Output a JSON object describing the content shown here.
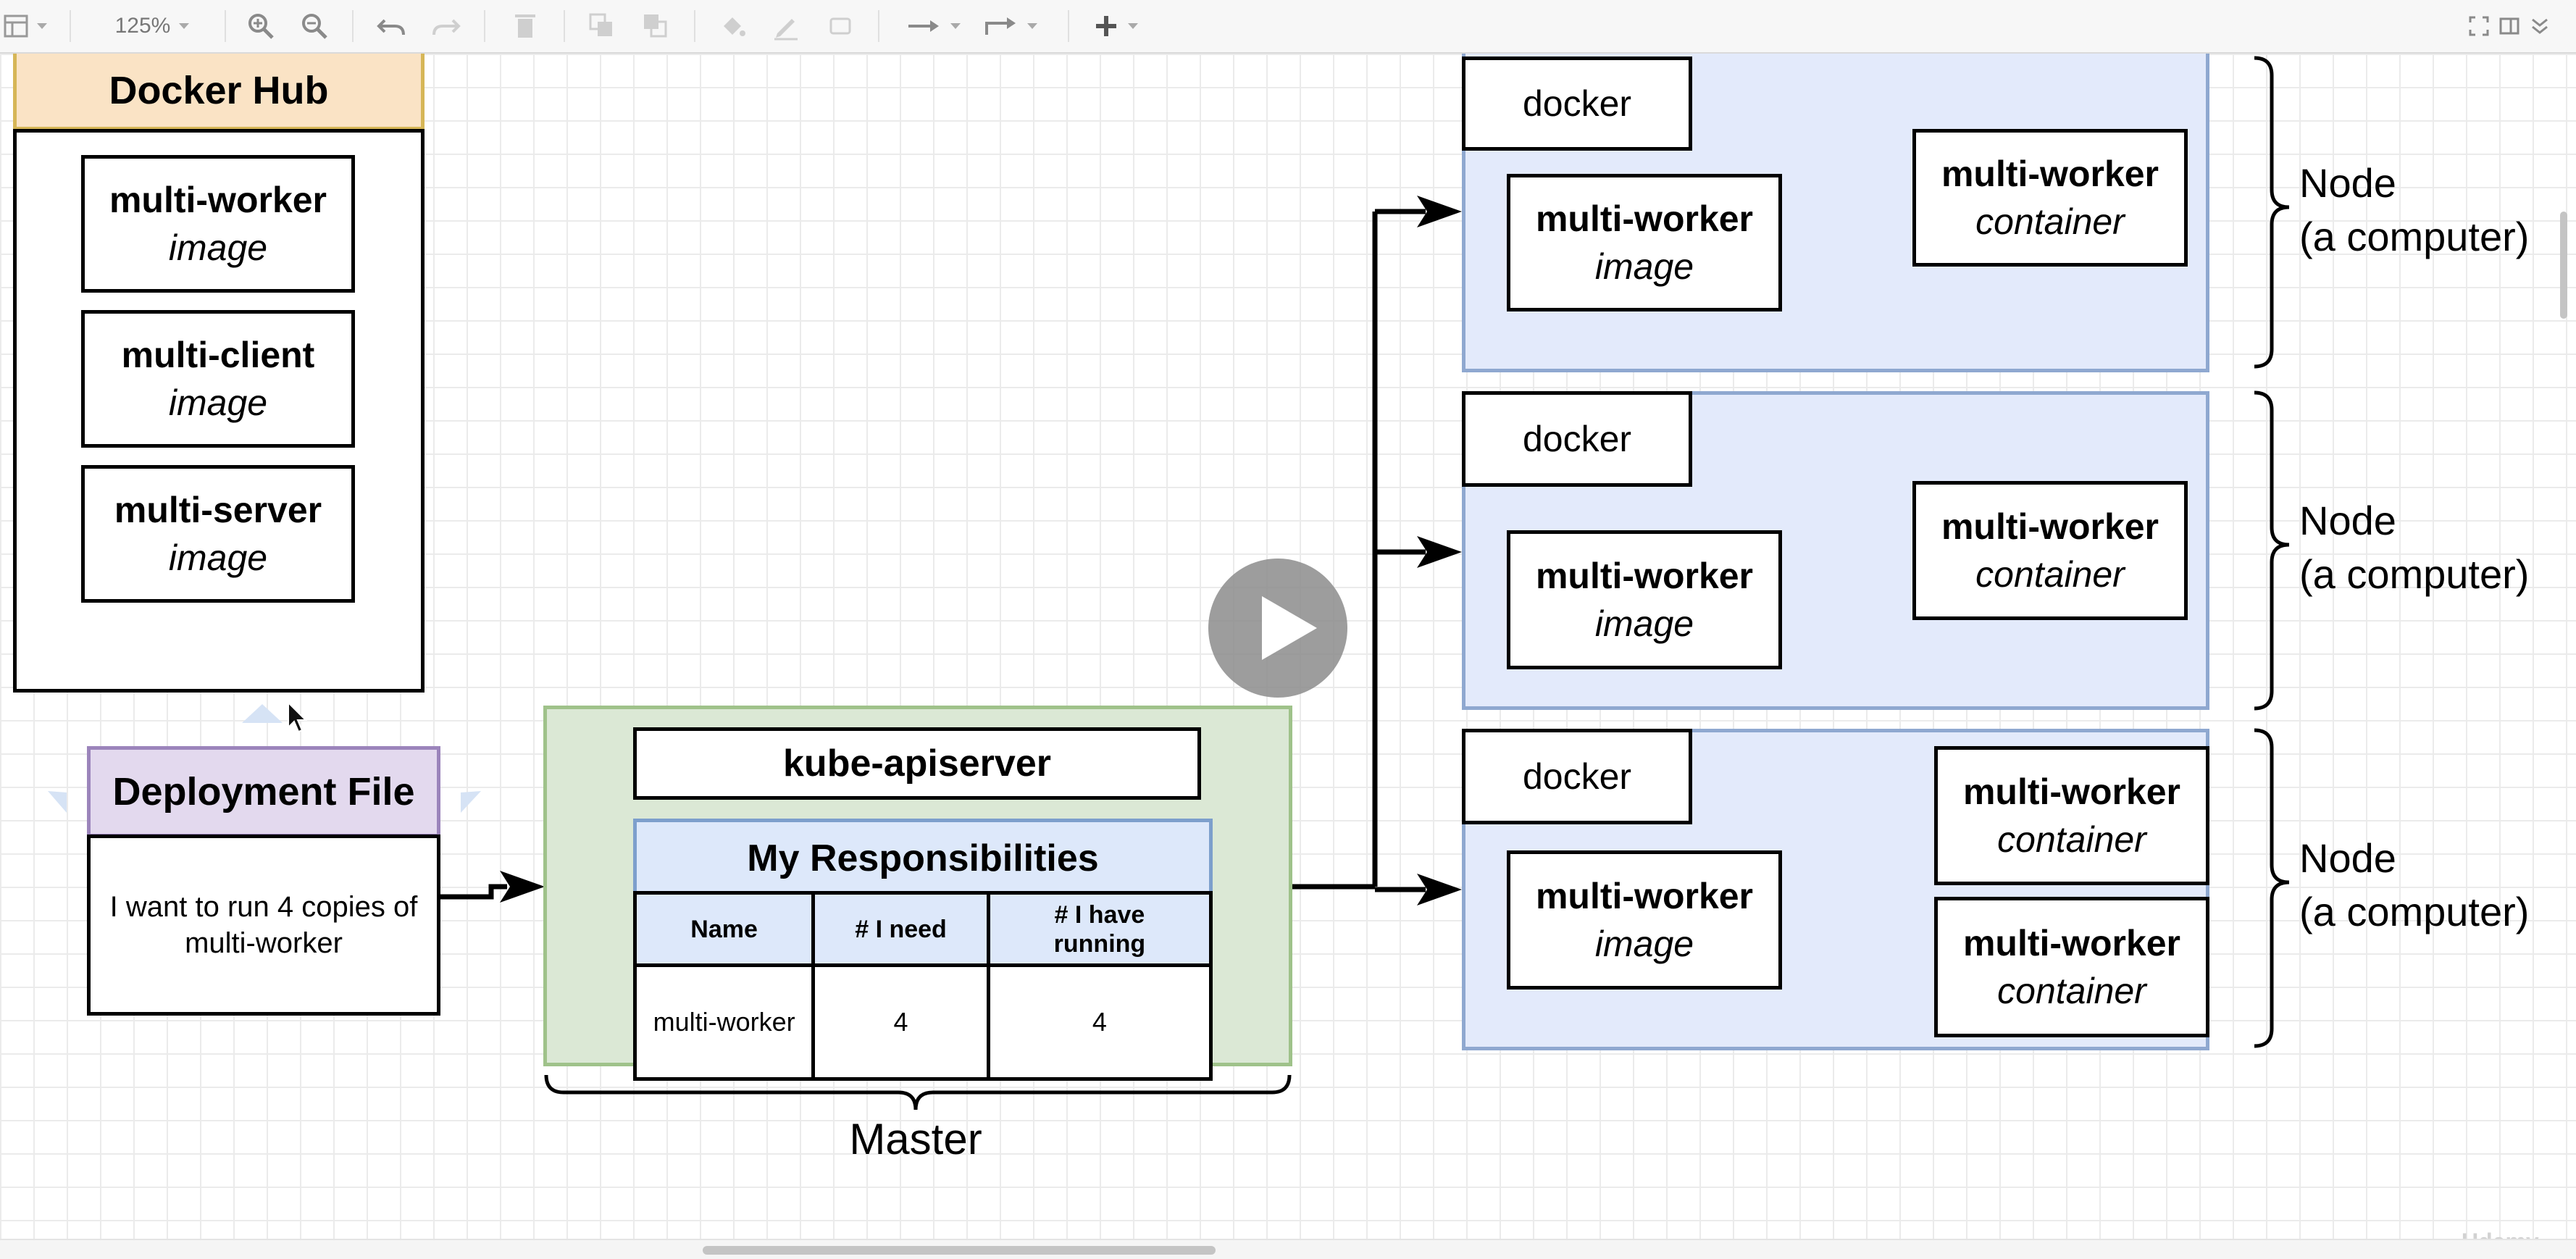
{
  "toolbar": {
    "zoom": "125%"
  },
  "docker_hub": {
    "title": "Docker Hub",
    "images": [
      {
        "name": "multi-worker",
        "kind": "image"
      },
      {
        "name": "multi-client",
        "kind": "image"
      },
      {
        "name": "multi-server",
        "kind": "image"
      }
    ]
  },
  "deployment_file": {
    "title": "Deployment File",
    "text": "I want to run 4 copies of multi-worker"
  },
  "master": {
    "apiserver": "kube-apiserver",
    "responsibilities": {
      "title": "My Responsibilities",
      "columns": [
        "Name",
        "# I need",
        "# I have running"
      ],
      "row": [
        "multi-worker",
        "4",
        "4"
      ]
    },
    "label": "Master"
  },
  "nodes": [
    {
      "docker": "docker",
      "image": {
        "name": "multi-worker",
        "kind": "image"
      },
      "containers": [
        {
          "name": "multi-worker",
          "kind": "container"
        }
      ],
      "label_line1": "Node",
      "label_line2": "(a computer)"
    },
    {
      "docker": "docker",
      "image": {
        "name": "multi-worker",
        "kind": "image"
      },
      "containers": [
        {
          "name": "multi-worker",
          "kind": "container"
        }
      ],
      "label_line1": "Node",
      "label_line2": "(a computer)"
    },
    {
      "docker": "docker",
      "image": {
        "name": "multi-worker",
        "kind": "image"
      },
      "containers": [
        {
          "name": "multi-worker",
          "kind": "container"
        },
        {
          "name": "multi-worker",
          "kind": "container"
        }
      ],
      "label_line1": "Node",
      "label_line2": "(a computer)"
    }
  ],
  "watermark": "Udemy",
  "colors": {
    "docker_hub_header": "#fae3c5",
    "deployment_header": "#e3d9ee",
    "master_fill": "#dbe8d5",
    "node_fill": "#e3eafb",
    "responsibilities_fill": "#dde8fa"
  }
}
